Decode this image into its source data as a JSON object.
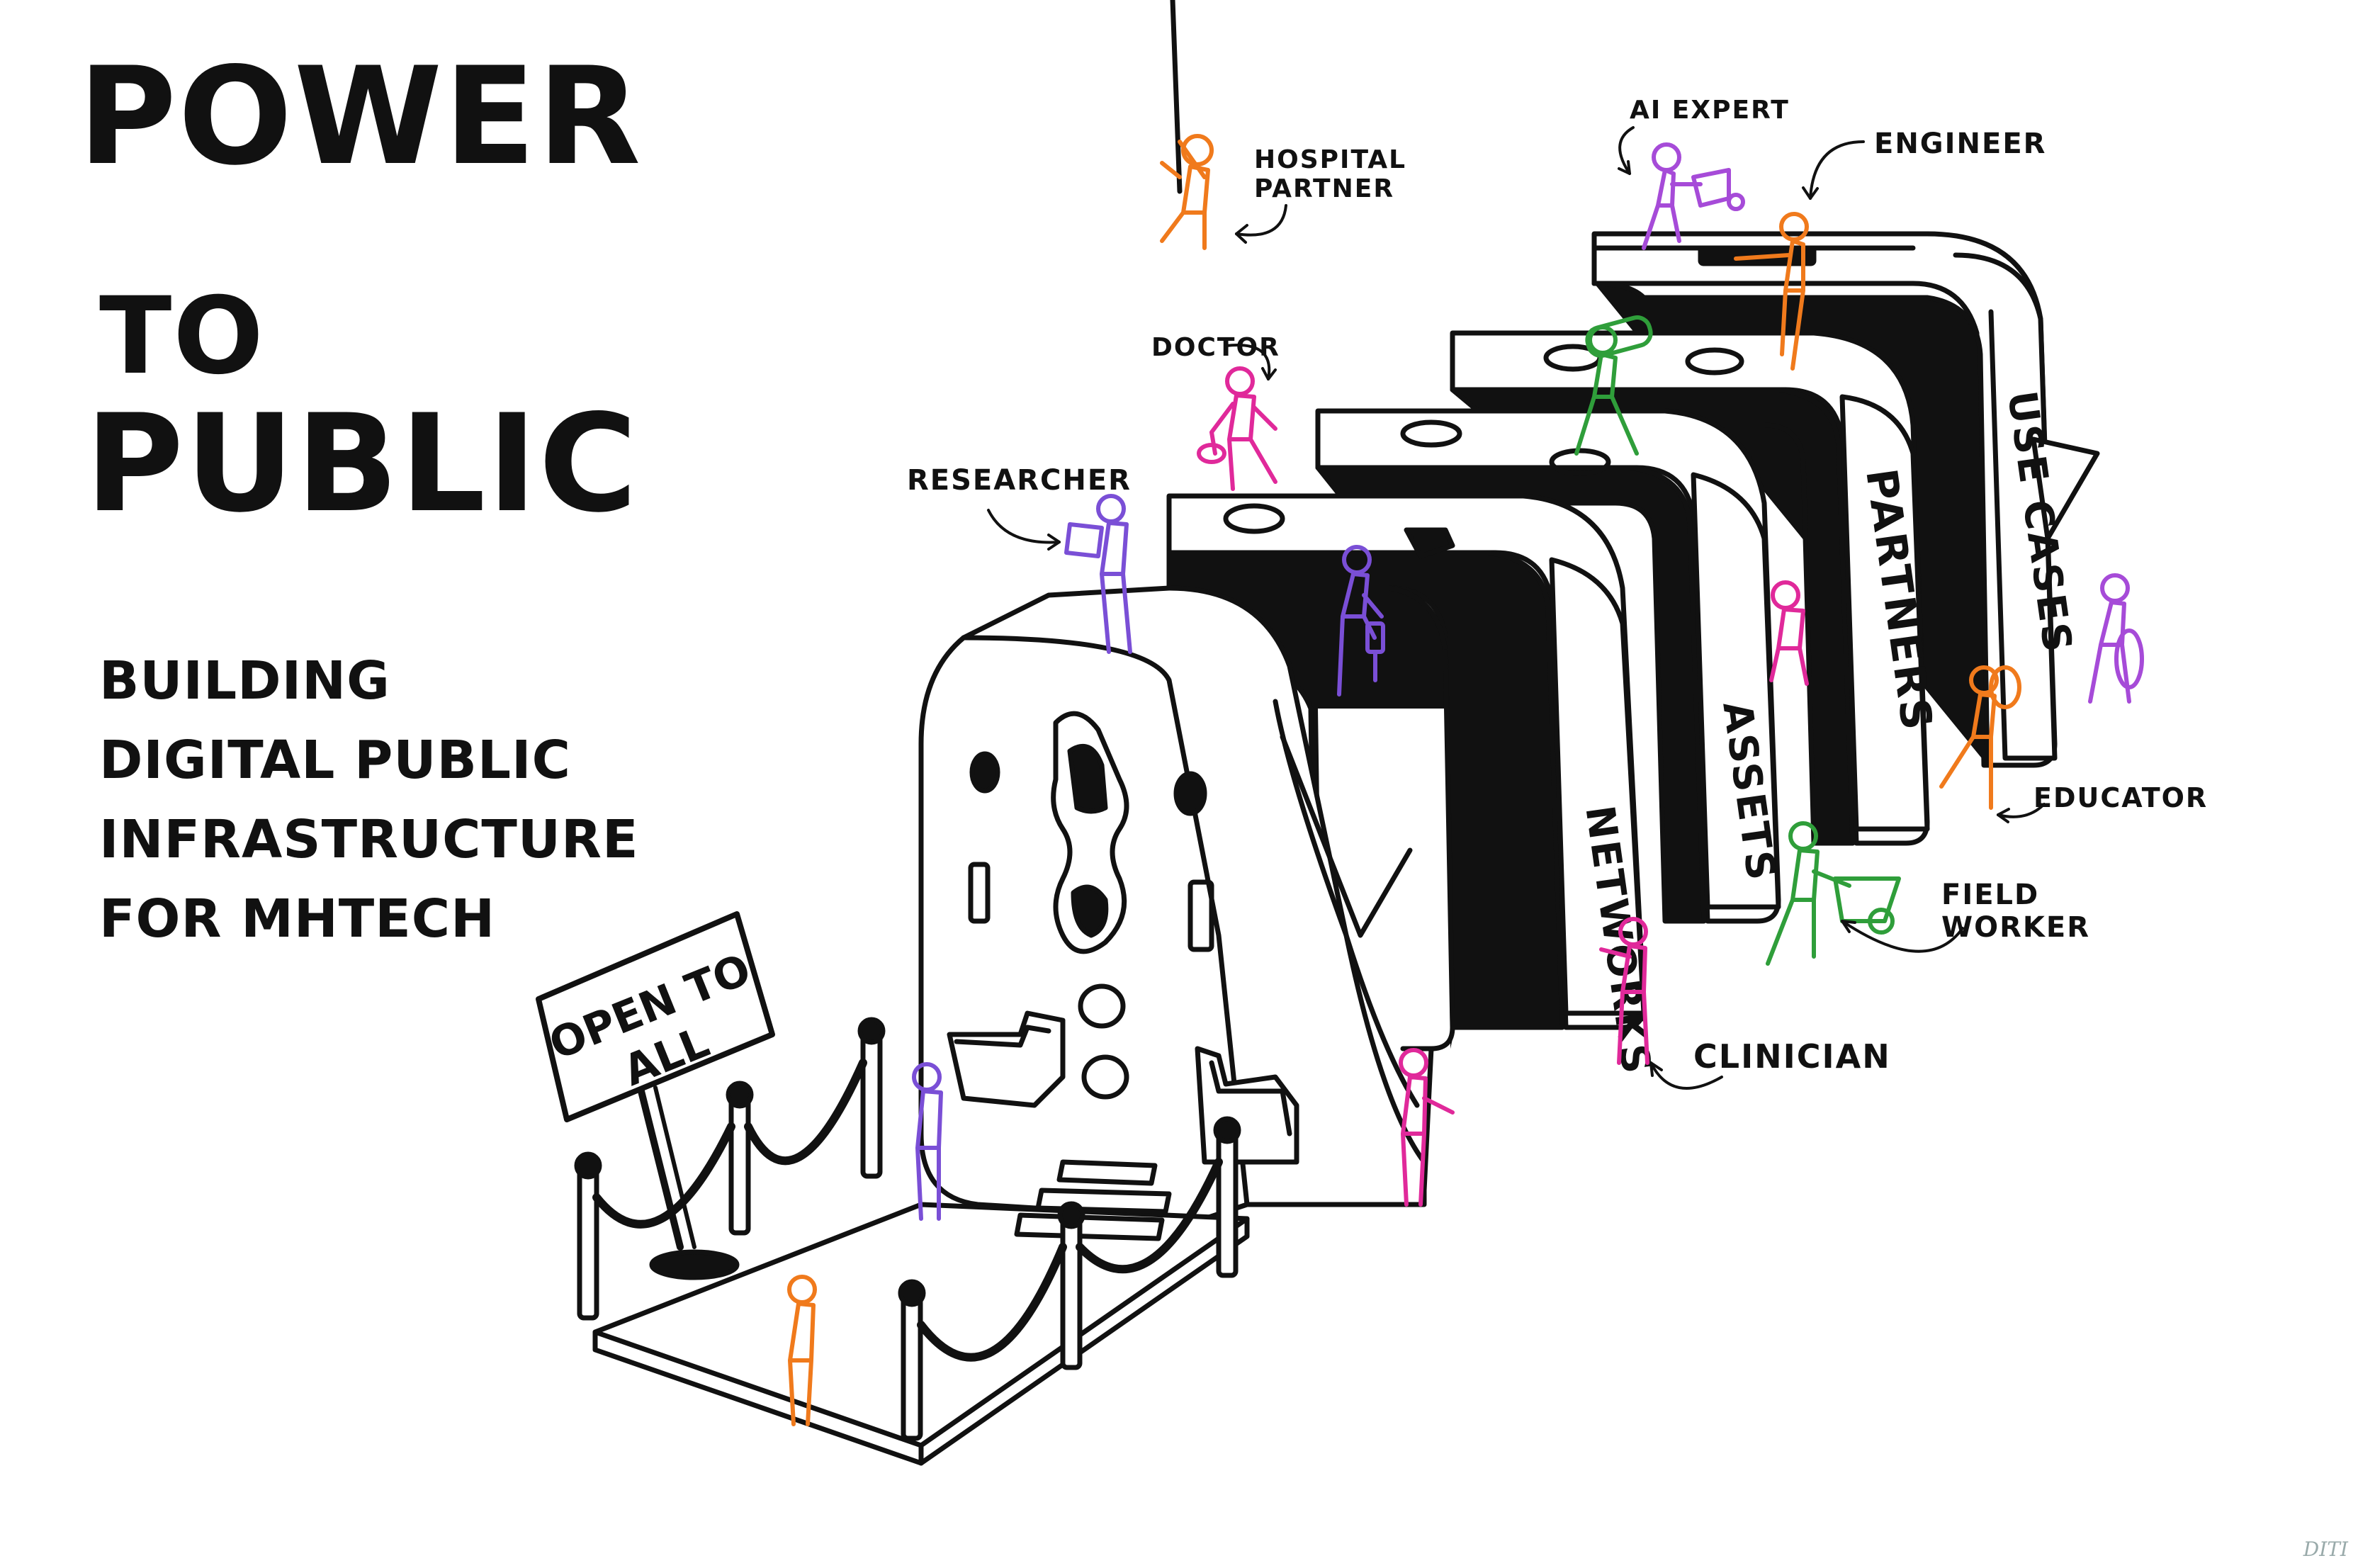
{
  "title": {
    "line1": "POWER",
    "line2": "TO",
    "line3": "PUBLIC"
  },
  "subtitle": [
    "BUILDING",
    "DIGITAL PUBLIC",
    "INFRASTRUCTURE",
    "FOR MHTECH"
  ],
  "sign": {
    "line1": "OPEN TO",
    "line2": "ALL"
  },
  "layers": {
    "front": "NETWORKS",
    "second": "ASSETS",
    "third": "PARTNERS",
    "fourth": "USE CASES"
  },
  "roles": {
    "hospital_partner": "HOSPITAL\nPARTNER",
    "ai_expert": "AI EXPERT",
    "engineer": "ENGINEER",
    "doctor": "DOCTOR",
    "researcher": "RESEARCHER",
    "educator": "EDUCATOR",
    "field_worker": "FIELD\nWORKER",
    "clinician": "CLINICIAN"
  },
  "signature": "DITI",
  "colors": {
    "ink": "#111111",
    "orange": "#f07a1c",
    "purple": "#7a4fd6",
    "pink": "#e0299a",
    "green": "#2f9e3a",
    "violet": "#a64bd8"
  }
}
